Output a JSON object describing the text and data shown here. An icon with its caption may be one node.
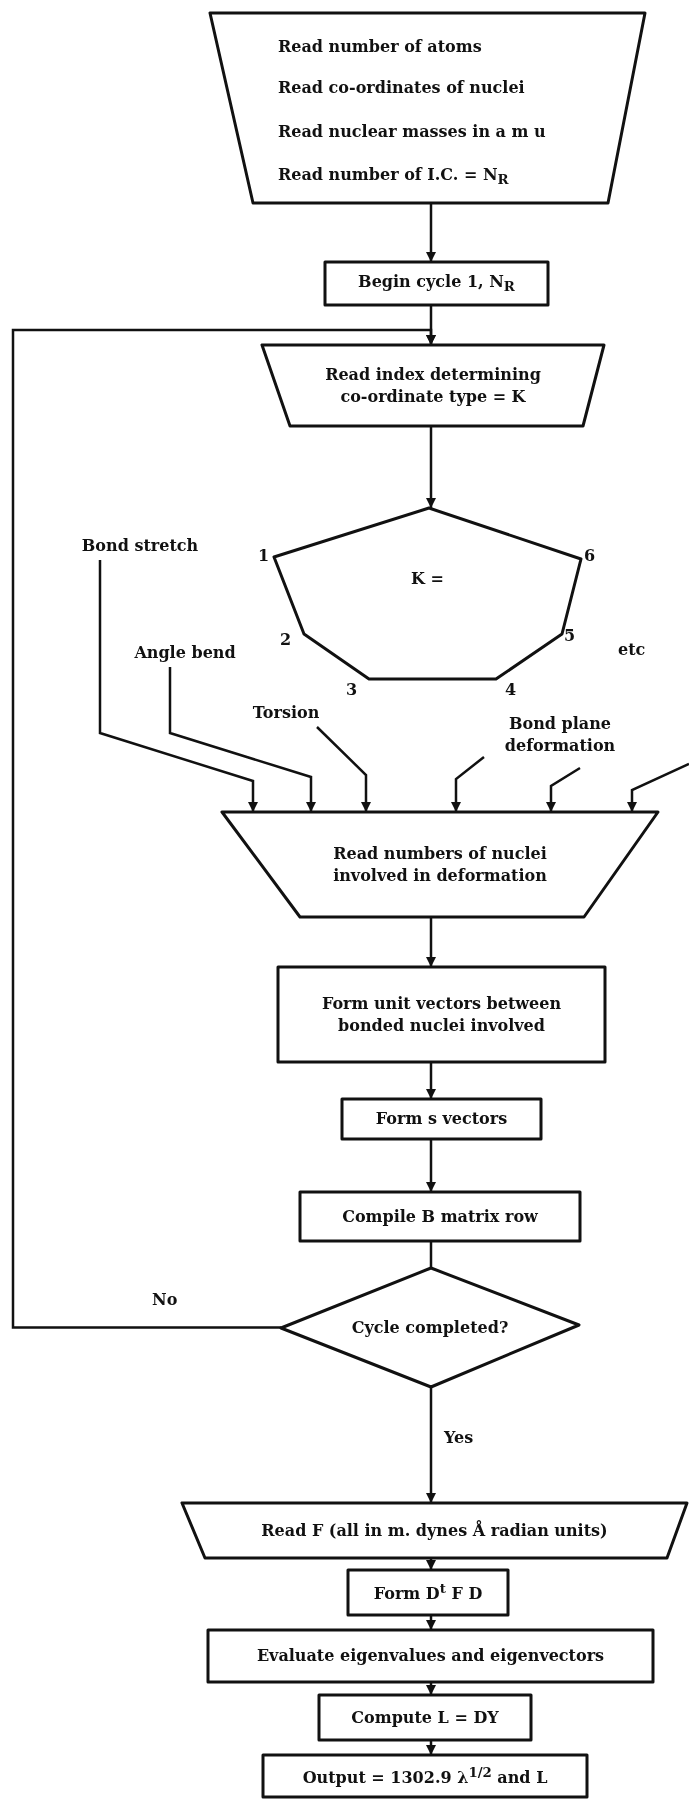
{
  "diagram": {
    "nodes": [
      {
        "text": [
          "Read number of atoms",
          "Read co-ordinates of nuclei",
          "Read nuclear masses in a m u",
          "Read number of I.C. = N$_{R}$"
        ]
      },
      {
        "text": [
          "Begin cycle 1, N$_{R}$"
        ]
      },
      {
        "text": [
          "Read index determining co-ordinate type = K"
        ]
      },
      {
        "text": [
          "K ="
        ],
        "beside": [
          "1",
          "6",
          "2",
          "5",
          "3",
          "4"
        ]
      },
      {
        "text": [
          "Bond stretch"
        ]
      },
      {
        "text": [
          "Angle bend"
        ]
      },
      {
        "text": [
          "Torsion"
        ]
      },
      {
        "text": [
          "Bond plane deformation"
        ]
      },
      {
        "text": [
          "Read numbers of nuclei",
          "involved in deformation"
        ]
      },
      {
        "text": [
          "Form unit vectors between",
          "bonded nuclei involved"
        ]
      },
      {
        "text": [
          "Form s vectors"
        ]
      },
      {
        "text": [
          "Compile B matrix row"
        ]
      },
      {
        "text": [
          "Cycle completed?"
        ]
      },
      {
        "text": [
          "Read F (all in m. dynes Å radian units)"
        ]
      },
      {
        "text": [
          "Form D$^{t}$ F D"
        ]
      },
      {
        "text": [
          "Evaluate eigenvalues and eigenvectors"
        ]
      },
      {
        "text": [
          "Compute L = DY"
        ]
      },
      {
        "text": [
          "Output = 1302.9 λ$^{1/2}$ and L"
        ]
      }
    ],
    "edges": [
      {
        "from": 0,
        "to": 1,
        "arrow": "to"
      },
      {
        "from": 1,
        "to": 2,
        "arrow": "to"
      },
      {
        "from": 2,
        "to": 3,
        "arrow": "to"
      },
      {
        "from": 4,
        "to": 8,
        "arrow": "to"
      },
      {
        "from": 5,
        "to": 8,
        "arrow": "to"
      },
      {
        "from": 6,
        "to": 8,
        "arrow": "to"
      },
      {
        "from": 7,
        "to": 8,
        "arrow": "to"
      },
      {
        "from": 7,
        "to": 8,
        "arrow": "to"
      },
      {
        "from": null,
        "to": 8,
        "arrow": "to"
      },
      {
        "from": 8,
        "to": 9,
        "arrow": "to"
      },
      {
        "from": 9,
        "to": 10,
        "arrow": "to"
      },
      {
        "from": 10,
        "to": 11,
        "arrow": "to"
      },
      {
        "from": 11,
        "to": 12,
        "arrow": "none"
      },
      {
        "from": 12,
        "to": 2,
        "label": "No",
        "arrow": "to"
      },
      {
        "from": 12,
        "to": 13,
        "label": "Yes",
        "arrow": "to"
      },
      {
        "from": 13,
        "to": 14,
        "arrow": "to"
      },
      {
        "from": 14,
        "to": 15,
        "arrow": "to"
      },
      {
        "from": 15,
        "to": 16,
        "arrow": "to"
      },
      {
        "from": 16,
        "to": 17,
        "arrow": "to"
      }
    ],
    "labels": [
      "etc"
    ]
  }
}
